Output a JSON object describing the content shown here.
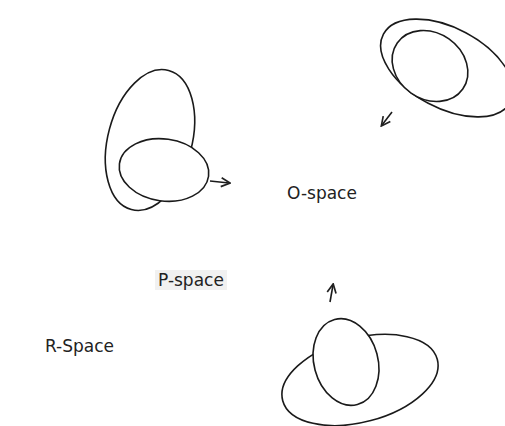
{
  "diagram": {
    "nodes": [
      {
        "text": [
          "P-space"
        ]
      },
      {
        "text": [
          "O-space"
        ],
        "in": 0
      }
    ],
    "labels": [
      "R-Space"
    ]
  }
}
